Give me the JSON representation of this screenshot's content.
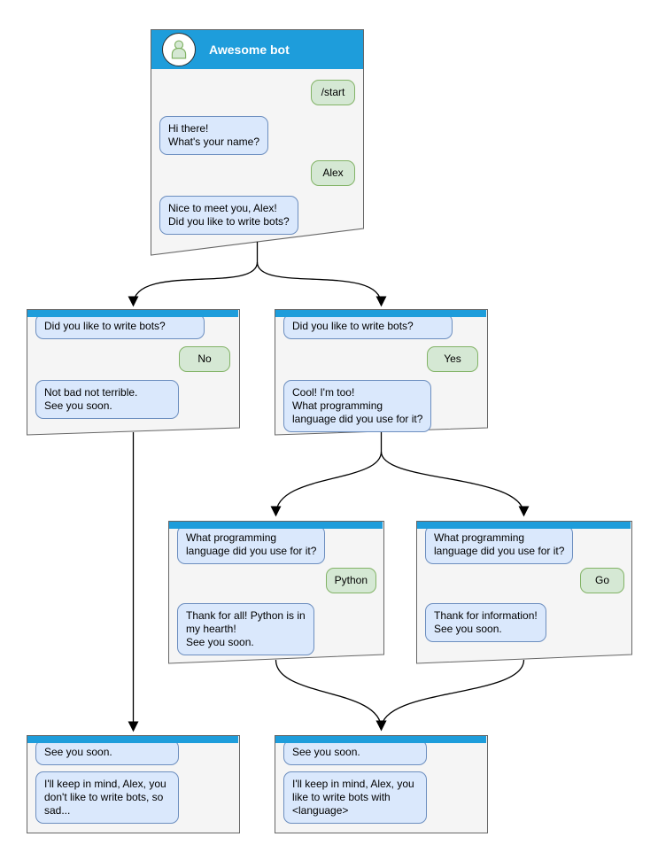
{
  "colors": {
    "header_blue": "#1e9ddb",
    "window_fill": "#f5f5f5",
    "window_border": "#666666",
    "bot_bubble_fill": "#dae8fc",
    "bot_bubble_border": "#6c8ebf",
    "user_bubble_fill": "#d5e8d4",
    "user_bubble_border": "#82b366",
    "arrow": "#000000"
  },
  "start": {
    "title": "Awesome bot",
    "avatar_icon": "person-icon",
    "messages": [
      {
        "from": "user",
        "text": "/start"
      },
      {
        "from": "bot",
        "text": "Hi there!\nWhat's your name?"
      },
      {
        "from": "user",
        "text": "Alex"
      },
      {
        "from": "bot",
        "text": "Nice to meet you, Alex!\nDid you like to write bots?"
      }
    ]
  },
  "branch_no": {
    "messages": [
      {
        "from": "bot",
        "text": "Did you like to write bots?"
      },
      {
        "from": "user",
        "text": "No"
      },
      {
        "from": "bot",
        "text": "Not bad not terrible.\nSee you soon."
      }
    ]
  },
  "branch_yes": {
    "messages": [
      {
        "from": "bot",
        "text": "Did you like to write bots?"
      },
      {
        "from": "user",
        "text": "Yes"
      },
      {
        "from": "bot",
        "text": "Cool! I'm too!\nWhat programming\nlanguage did you use for it?"
      }
    ]
  },
  "branch_python": {
    "messages": [
      {
        "from": "bot",
        "text": "What programming\nlanguage did you use for it?"
      },
      {
        "from": "user",
        "text": "Python"
      },
      {
        "from": "bot",
        "text": "Thank for all! Python is in\nmy hearth!\nSee you soon."
      }
    ]
  },
  "branch_go": {
    "messages": [
      {
        "from": "bot",
        "text": "What programming\nlanguage did you use for it?"
      },
      {
        "from": "user",
        "text": "Go"
      },
      {
        "from": "bot",
        "text": "Thank for information!\nSee you soon."
      }
    ]
  },
  "end_no": {
    "messages": [
      {
        "from": "bot",
        "text": "See you soon."
      },
      {
        "from": "bot",
        "text": "I'll keep in mind, Alex, you\ndon't like to write bots, so\nsad..."
      }
    ]
  },
  "end_yes": {
    "messages": [
      {
        "from": "bot",
        "text": "See you soon."
      },
      {
        "from": "bot",
        "text": "I'll keep in mind, Alex, you\nlike to write bots with\n<language>"
      }
    ]
  }
}
